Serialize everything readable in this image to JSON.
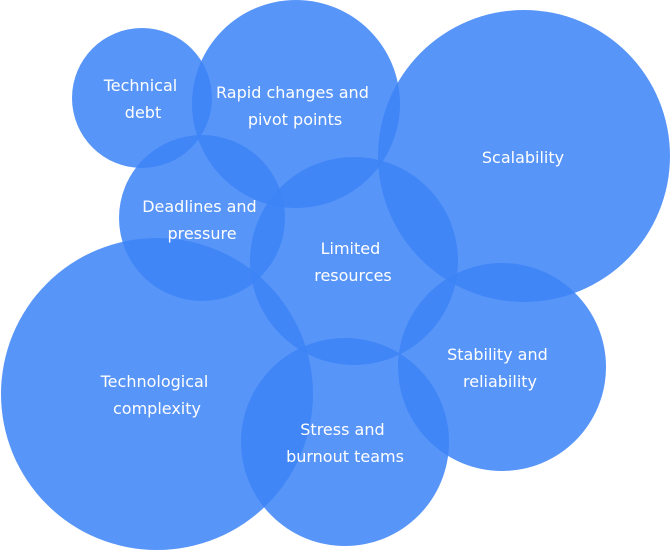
{
  "diagram": {
    "bubble_color": "#3d84f7",
    "label_color": "#ffffff",
    "bubbles": [
      {
        "id": "technical-debt",
        "lines": [
          "Technical",
          "debt"
        ]
      },
      {
        "id": "rapid-changes",
        "lines": [
          "Rapid changes and",
          "pivot points"
        ]
      },
      {
        "id": "scalability",
        "lines": [
          "Scalability"
        ]
      },
      {
        "id": "deadlines",
        "lines": [
          "Deadlines and",
          "pressure"
        ]
      },
      {
        "id": "limited-resources",
        "lines": [
          "Limited",
          "resources"
        ]
      },
      {
        "id": "technological-complexity",
        "lines": [
          "Technological",
          "complexity"
        ]
      },
      {
        "id": "stability",
        "lines": [
          "Stability and",
          "reliability"
        ]
      },
      {
        "id": "stress-burnout",
        "lines": [
          "Stress and",
          "burnout teams"
        ]
      }
    ]
  }
}
